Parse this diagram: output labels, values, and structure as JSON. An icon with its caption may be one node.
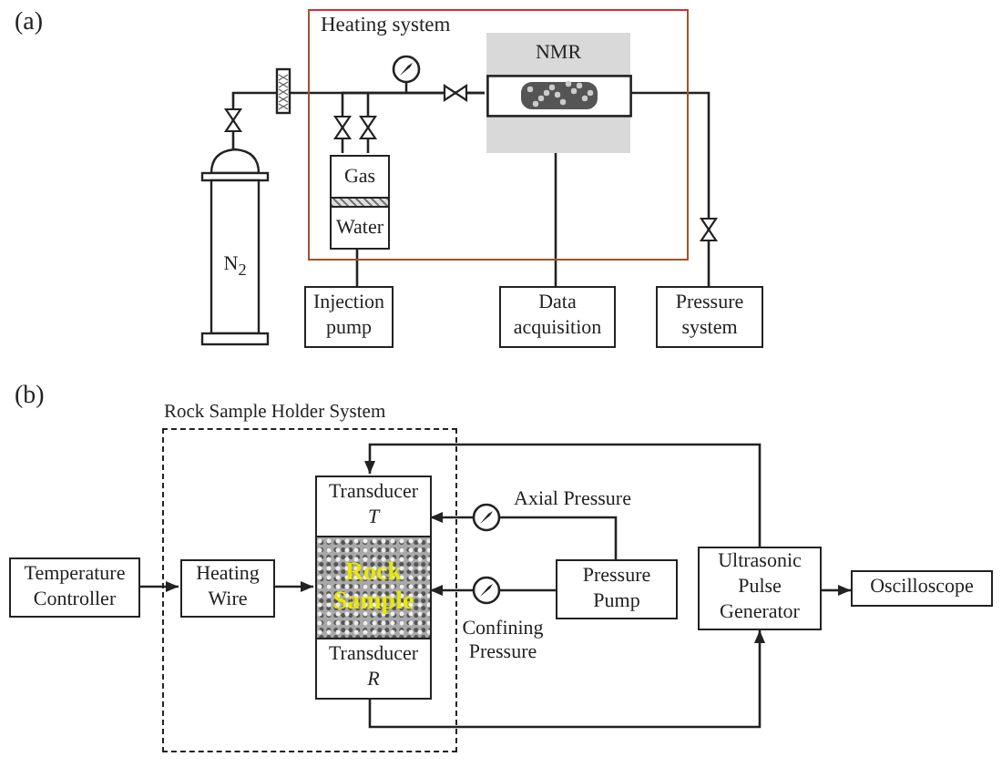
{
  "diagram": {
    "nodes": [
      {
        "text": [
          "Heating system"
        ]
      },
      {
        "text": [
          "NMR"
        ],
        "in": 0
      },
      {
        "text": [
          "Gas",
          "Water"
        ],
        "in": 0
      },
      {
        "text": [
          "N$_{2}$"
        ]
      },
      {
        "text": [
          "Injection pump"
        ]
      },
      {
        "text": [
          "Data acquisition"
        ]
      },
      {
        "text": [
          "Pressure system"
        ]
      },
      {
        "text": [
          "Rock Sample Holder System"
        ]
      },
      {
        "text": [
          "Temperature Controller"
        ]
      },
      {
        "text": [
          "Heating Wire"
        ],
        "in": 7
      },
      {
        "text": [
          "Transducer *T*"
        ],
        "in": 7
      },
      {
        "text": [
          "Rock Sample"
        ],
        "in": 7
      },
      {
        "text": [
          "Transducer *R*"
        ],
        "in": 7
      },
      {
        "text": [
          "Pressure Pump"
        ]
      },
      {
        "text": [
          "Ultrasonic Pulse Generator"
        ]
      },
      {
        "text": [
          "Oscilloscope"
        ]
      }
    ],
    "edges": [
      {
        "from": 3,
        "to": 1,
        "arrow": "none"
      },
      {
        "from": 2,
        "to": 1,
        "arrow": "none"
      },
      {
        "from": 1,
        "to": 6,
        "arrow": "none"
      },
      {
        "from": 4,
        "to": 2,
        "arrow": "none"
      },
      {
        "from": 1,
        "to": 5,
        "arrow": "none"
      },
      {
        "from": 8,
        "to": 9,
        "arrow": "to"
      },
      {
        "from": 9,
        "to": 11,
        "arrow": "to"
      },
      {
        "from": 13,
        "to": 10,
        "arrow": "to",
        "label": "Axial Pressure"
      },
      {
        "from": 13,
        "to": 11,
        "arrow": "to",
        "label": "Confining Pressure"
      },
      {
        "from": 14,
        "to": 10,
        "arrow": "to"
      },
      {
        "from": 12,
        "to": 14,
        "arrow": "to"
      },
      {
        "from": 14,
        "to": 15,
        "arrow": "to"
      }
    ],
    "labels": [
      "(a)",
      "(b)"
    ]
  }
}
